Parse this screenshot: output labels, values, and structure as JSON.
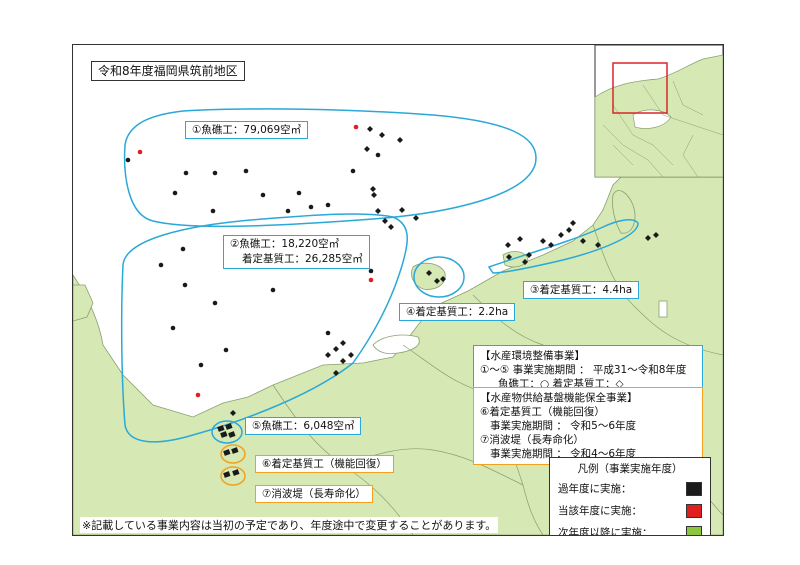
{
  "title": "令和8年度福岡県筑前地区",
  "labels": {
    "l1": "①魚礁工：79,069空㎥",
    "l2a": "②魚礁工：18,220空㎥",
    "l2b": "着定基質工：26,285空㎥",
    "l3": "③着定基質工：4.4ha",
    "l4": "④着定基質工：2.2ha",
    "l5": "⑤魚礁工：6,048空㎥",
    "l6": "⑥着定基質工（機能回復）",
    "l7": "⑦消波堤（長寿命化）"
  },
  "info_env": {
    "heading": "【水産環境整備事業】",
    "line1": "①～⑤  事業実施期間  ：  平成31～令和8年度",
    "line2": "魚礁工：○    着定基質工：◇"
  },
  "info_infra": {
    "heading": "【水産物供給基盤機能保全事業】",
    "line1": "⑥着定基質工（機能回復）",
    "line2": "事業実施期間  ：  令和5～6年度",
    "line3": "⑦消波堤（長寿命化）",
    "line4": "事業実施期間  ：  令和4～6年度"
  },
  "legend": {
    "heading": "凡例（事業実施年度）",
    "items": [
      {
        "label": "過年度に実施：",
        "color": "#1a1a1a"
      },
      {
        "label": "当該年度に実施：",
        "color": "#e0201e"
      },
      {
        "label": "次年度以降に実施：",
        "color": "#8cc63f"
      }
    ]
  },
  "note": "※記載している事業内容は当初の予定であり、年度途中で変更することがあります。",
  "colors": {
    "land": "#d6e8b4",
    "border_line": "#8aa070",
    "zone": "#2aa8d8",
    "zone_orange": "#f2a11f",
    "past": "#1a1a1a",
    "current": "#e0201e",
    "inset_box": "#d8262a"
  }
}
